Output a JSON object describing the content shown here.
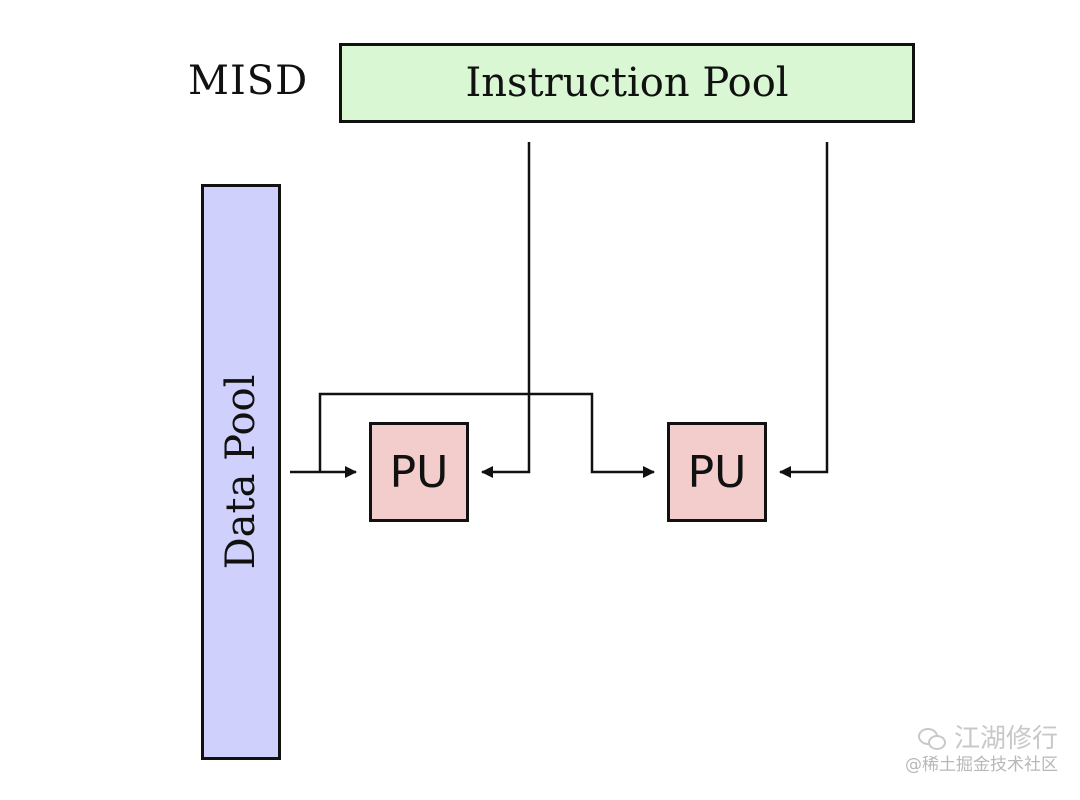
{
  "architecture_label": "MISD",
  "instruction_pool": {
    "label": "Instruction Pool",
    "fill": "#d9f7d2"
  },
  "data_pool": {
    "label": "Data Pool",
    "fill": "#cfd0fb"
  },
  "processing_units": [
    {
      "label": "PU",
      "fill": "#f3cccc"
    },
    {
      "label": "PU",
      "fill": "#f3cccc"
    }
  ],
  "watermark": {
    "line1": "江湖修行",
    "line2": "@稀土掘金技术社区",
    "icon": "wechat-icon"
  },
  "colors": {
    "stroke": "#111111",
    "watermark": "#c8c8c8"
  }
}
